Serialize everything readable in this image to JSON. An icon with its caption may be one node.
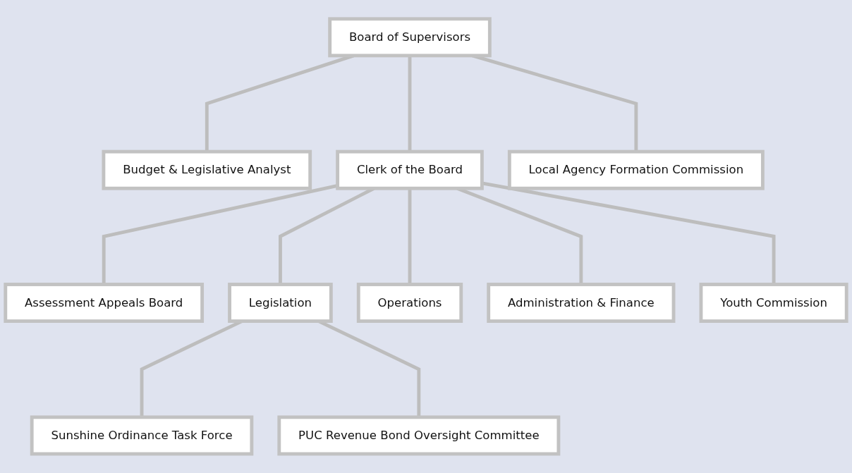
{
  "diagram": {
    "nodes": [
      {
        "text": [
          "Budget & Legislative Analyst"
        ]
      },
      {
        "text": [
          "Board of Supervisors"
        ]
      },
      {
        "text": [
          "Local Agency Formation Commission"
        ]
      },
      {
        "text": [
          "Assessment Appeals Board"
        ]
      },
      {
        "text": [
          "Clerk of the Board"
        ]
      },
      {
        "text": [
          "Youth Commission"
        ]
      },
      {
        "text": [
          "Legislation"
        ]
      },
      {
        "text": [
          "Operations"
        ]
      },
      {
        "text": [
          "Administration & Finance"
        ]
      },
      {
        "text": [
          "Sunshine Ordinance Task Force"
        ]
      },
      {
        "text": [
          "PUC Revenue Bond Oversight Committee"
        ]
      }
    ],
    "edges": [
      {
        "from": 1,
        "to": 0,
        "arrow": "none"
      },
      {
        "from": 1,
        "to": 2,
        "arrow": "none"
      },
      {
        "from": 1,
        "to": 4,
        "arrow": "none"
      },
      {
        "from": 4,
        "to": 3,
        "arrow": "none"
      },
      {
        "from": 4,
        "to": 5,
        "arrow": "none"
      },
      {
        "from": 4,
        "to": 6,
        "arrow": "none"
      },
      {
        "from": 4,
        "to": 7,
        "arrow": "none"
      },
      {
        "from": 4,
        "to": 8,
        "arrow": "none"
      },
      {
        "from": 6,
        "to": 9,
        "arrow": "none"
      },
      {
        "from": 6,
        "to": 10,
        "arrow": "none"
      }
    ]
  }
}
